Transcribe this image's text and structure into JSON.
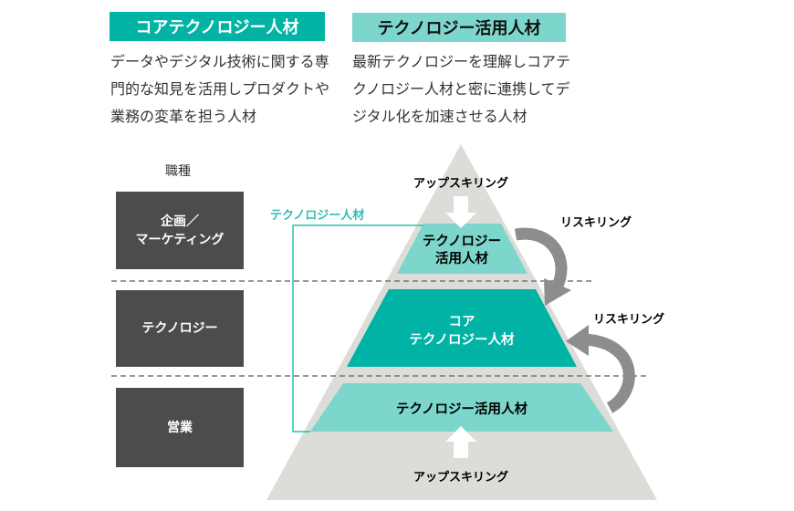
{
  "headers": [
    {
      "title": "コアテクノロジー人材",
      "desc": [
        "データやデジタル技術に関する専",
        "門的な知見を活用しプロダクトや",
        "業務の変革を担う人材"
      ]
    },
    {
      "title": "テクノロジー活用人材",
      "desc": [
        "最新テクノロジーを理解しコアテ",
        "クノロジー人材と密に連携してデ",
        "ジタル化を加速させる人材"
      ]
    }
  ],
  "jobs": {
    "label": "職種",
    "items": [
      [
        "企画／",
        "マーケティング"
      ],
      [
        "テクノロジー"
      ],
      [
        "営業"
      ]
    ]
  },
  "pyramid": {
    "top": [
      "テクノロジー",
      "活用人材"
    ],
    "middle": [
      "コア",
      "テクノロジー人材"
    ],
    "bottom": "テクノロジー活用人材",
    "bracket_label": "テクノロジー人材",
    "upskilling": "アップスキリング",
    "reskilling": "リスキリング"
  },
  "colors": {
    "teal": "#00b3a4",
    "light_teal": "#7dd6cb",
    "gray": "#dcdcd8",
    "dark": "#4a4c4e",
    "arrow": "#8b8d8f"
  }
}
